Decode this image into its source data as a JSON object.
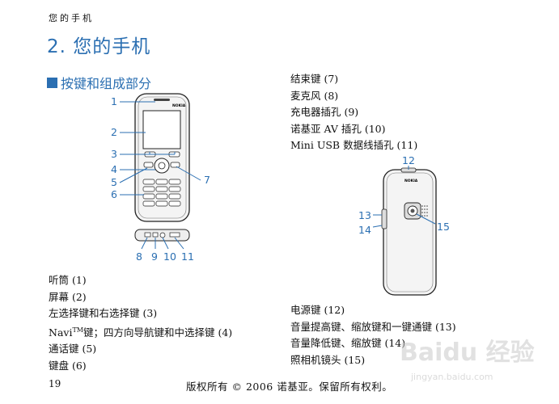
{
  "running_head": "您的手机",
  "chapter_title": "2.  您的手机",
  "section_title": "按键和组成部分",
  "front_callouts": [
    "1",
    "2",
    "3",
    "4",
    "5",
    "6",
    "7"
  ],
  "bottom_callouts": [
    "8",
    "9",
    "10",
    "11"
  ],
  "back_callouts": [
    "12",
    "13",
    "14",
    "15"
  ],
  "brand_label": "NOKIA",
  "left_list": [
    "听筒 (1)",
    "屏幕 (2)",
    "左选择键和右选择键 (3)",
    "键；四方向导航键和中选择键 (4)",
    "通话键 (5)",
    "键盘 (6)"
  ],
  "navi_prefix": "Navi",
  "navi_sup": "TM",
  "right_top_list": [
    "结束键 (7)",
    "麦克风 (8)",
    "充电器插孔 (9)",
    "诺基亚 AV 插孔 (10)",
    "Mini USB 数据线插孔 (11)"
  ],
  "right_bottom_list": [
    "电源键 (12)",
    "音量提高键、缩放键和一键通键 (13)",
    "音量降低键、缩放键 (14)",
    "照相机镜头 (15)"
  ],
  "page_number": "19",
  "copyright": "版权所有 © 2006 诺基亚。保留所有权利。",
  "watermark": {
    "main": "Baidu 经验",
    "sub": "jingyan.baidu.com"
  },
  "accent_color": "#2b6fb2"
}
